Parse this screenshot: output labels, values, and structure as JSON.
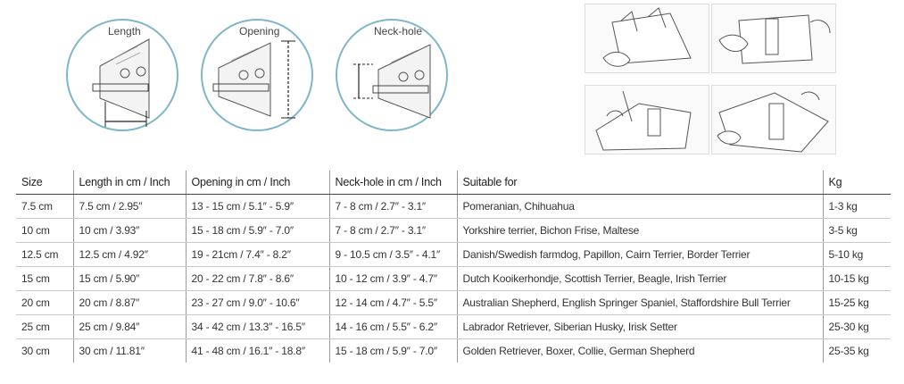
{
  "diagrams": [
    {
      "label": "Length"
    },
    {
      "label": "Opening"
    },
    {
      "label": "Neck-hole"
    }
  ],
  "table": {
    "headers": [
      "Size",
      "Length in cm / Inch",
      "Opening in cm / Inch",
      "Neck-hole in cm / Inch",
      "Suitable for",
      "Kg"
    ],
    "rows": [
      [
        "7.5 cm",
        "7.5 cm / 2.95″",
        "13 - 15 cm / 5.1″ - 5.9″",
        "7 - 8 cm / 2.7″ - 3.1″",
        "Pomeranian, Chihuahua",
        "1-3 kg"
      ],
      [
        "10 cm",
        "10 cm / 3.93″",
        "15 - 18 cm / 5.9″ - 7.0″",
        "7 - 8 cm / 2.7″ - 3.1″",
        "Yorkshire terrier, Bichon Frise, Maltese",
        "3-5 kg"
      ],
      [
        "12.5 cm",
        "12.5 cm / 4.92″",
        "19 - 21cm / 7.4″ - 8.2″",
        "9 - 10.5 cm / 3.5″ - 4.1″",
        "Danish/Swedish farmdog, Papillon, Cairn Terrier, Border Terrier",
        "5-10 kg"
      ],
      [
        "15 cm",
        "15 cm / 5.90″",
        "20 - 22 cm / 7.8″ - 8.6″",
        "10 - 12 cm / 3.9″ - 4.7″",
        "Dutch Kooikerhondje, Scottish Terrier,  Beagle, Irish Terrier",
        "10-15 kg"
      ],
      [
        "20 cm",
        "20 cm / 8.87″",
        "23 - 27 cm / 9.0″ - 10.6″",
        "12 - 14 cm / 4.7″ - 5.5″",
        "Australian Shepherd, English Springer Spaniel, Staffordshire Bull Terrier",
        "15-25 kg"
      ],
      [
        "25 cm",
        "25 cm / 9.84″",
        "34 - 42 cm / 13.3″ - 16.5″",
        "14 - 16 cm / 5.5″ - 6.2″",
        "Labrador Retriever, Siberian Husky, Irisk Setter",
        "25-30 kg"
      ],
      [
        "30 cm",
        "30 cm / 11.81″",
        "41 - 48 cm / 16.1″ - 18.8″",
        "15 - 18 cm / 5.9″ - 7.0″",
        "Golden Retriever, Boxer, Collie, German Shepherd",
        "25-35 kg"
      ]
    ]
  }
}
